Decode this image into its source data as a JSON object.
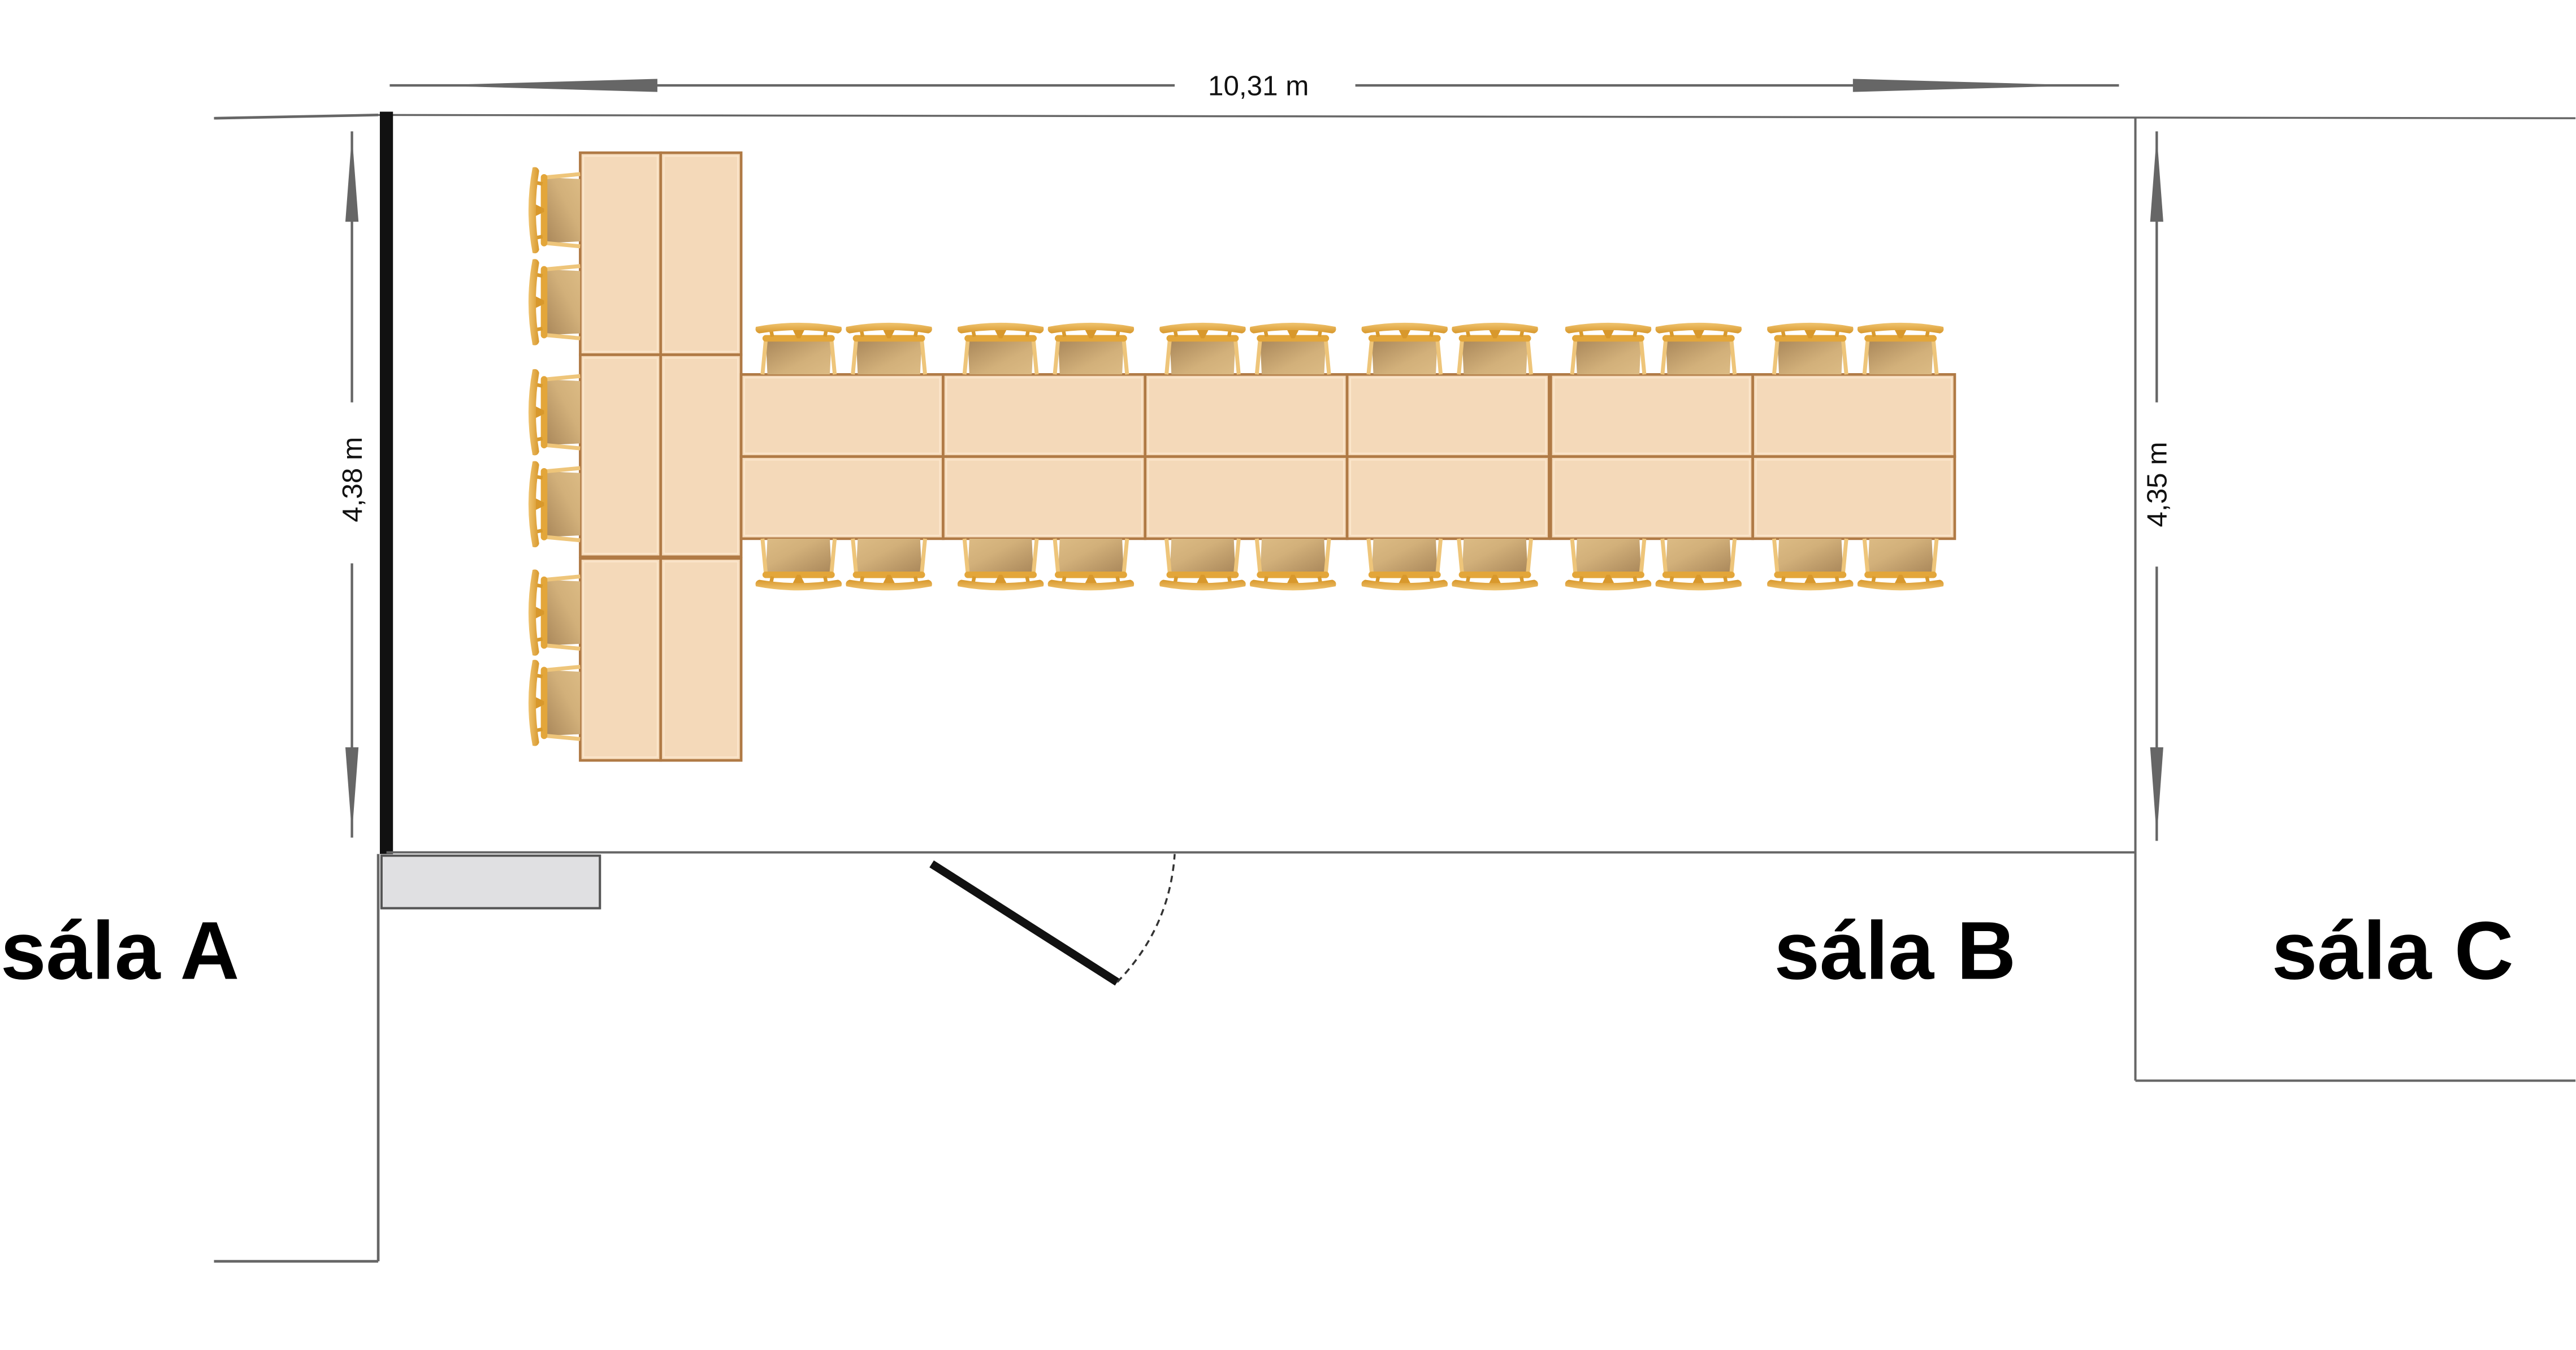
{
  "dimensions": {
    "width": "10,31 m",
    "left_height": "4,38 m",
    "right_height": "4,35 m"
  },
  "rooms": {
    "a": "sála A",
    "b": "sála B",
    "c": "sála C"
  },
  "colors": {
    "table_fill": "#f4d9b9",
    "table_stroke": "#b07a45",
    "chair_frame": "#e0a840",
    "chair_seat": "#c9a56e",
    "wall": "#111111",
    "line": "#666666",
    "cabinet": "#e0e0e2"
  }
}
